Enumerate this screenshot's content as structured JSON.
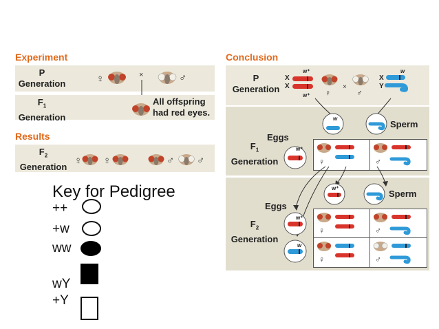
{
  "experiment": {
    "header": "Experiment",
    "p_label": "P",
    "p_label2": "Generation",
    "f1_label": "F",
    "f1_sub": "1",
    "f1_label2": "Generation",
    "cross": "×",
    "female": "♀",
    "male": "♂",
    "offspring_line1": "All offspring",
    "offspring_line2": "had red eyes."
  },
  "results": {
    "header": "Results",
    "f2_label": "F",
    "f2_sub": "2",
    "f2_label2": "Generation",
    "female": "♀",
    "male": "♂"
  },
  "key": {
    "title": "Key for Pedigree",
    "rows": [
      {
        "label": "++",
        "shape": "circle-open"
      },
      {
        "label": "+w",
        "shape": "circle-open"
      },
      {
        "label": "ww",
        "shape": "circle-filled"
      },
      {
        "label": "wY",
        "shape": "square-filled"
      },
      {
        "label": "+Y",
        "shape": "square-open"
      }
    ]
  },
  "conclusion": {
    "header": "Conclusion",
    "p_label": "P",
    "p_label2": "Generation",
    "x": "X",
    "y": "Y",
    "w_plus": "w⁺",
    "w": "w",
    "cross": "×",
    "female": "♀",
    "male": "♂",
    "sperm": "Sperm",
    "eggs": "Eggs",
    "f1_label": "F",
    "f1_sub": "1",
    "f1_label2": "Generation",
    "f2_label": "F",
    "f2_sub": "2",
    "f2_label2": "Generation",
    "colors": {
      "red": "#d9342b",
      "blue": "#2f9ad8",
      "band": "#ece9dc",
      "band_dark": "#d8d3bf"
    }
  }
}
